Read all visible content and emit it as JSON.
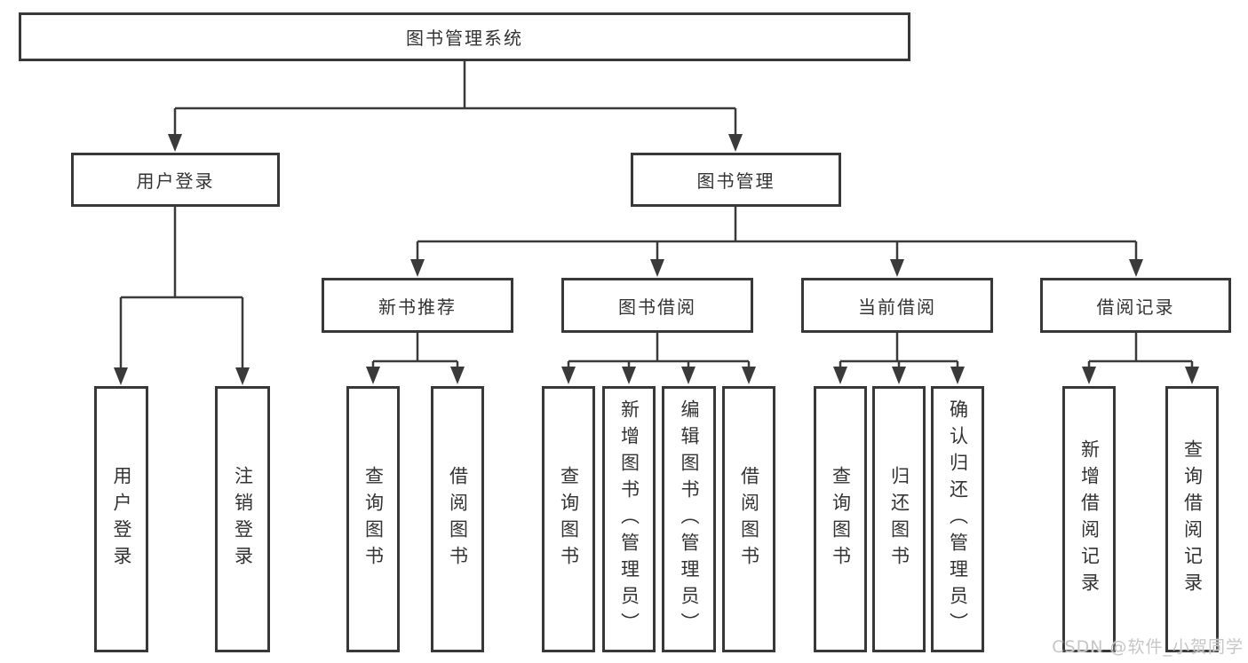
{
  "tree": {
    "root": "图书管理系统",
    "branches": [
      {
        "label": "用户登录",
        "children": [
          {
            "label": "用户登录"
          },
          {
            "label": "注销登录"
          }
        ]
      },
      {
        "label": "图书管理",
        "children": [
          {
            "label": "新书推荐",
            "children": [
              {
                "label": "查询图书"
              },
              {
                "label": "借阅图书"
              }
            ]
          },
          {
            "label": "图书借阅",
            "children": [
              {
                "label": "查询图书"
              },
              {
                "label": "新增图书（管理员）"
              },
              {
                "label": "编辑图书（管理员）"
              },
              {
                "label": "借阅图书"
              }
            ]
          },
          {
            "label": "当前借阅",
            "children": [
              {
                "label": "查询图书"
              },
              {
                "label": "归还图书"
              },
              {
                "label": "确认归还（管理员）"
              }
            ]
          },
          {
            "label": "借阅记录",
            "children": [
              {
                "label": "新增借阅记录"
              },
              {
                "label": "查询借阅记录"
              }
            ]
          }
        ]
      }
    ]
  },
  "watermark": "CSDN @软件_小贺同学",
  "colors": {
    "line": "#3a3a3a",
    "text": "#333333",
    "watermark": "#c6c6c6"
  }
}
